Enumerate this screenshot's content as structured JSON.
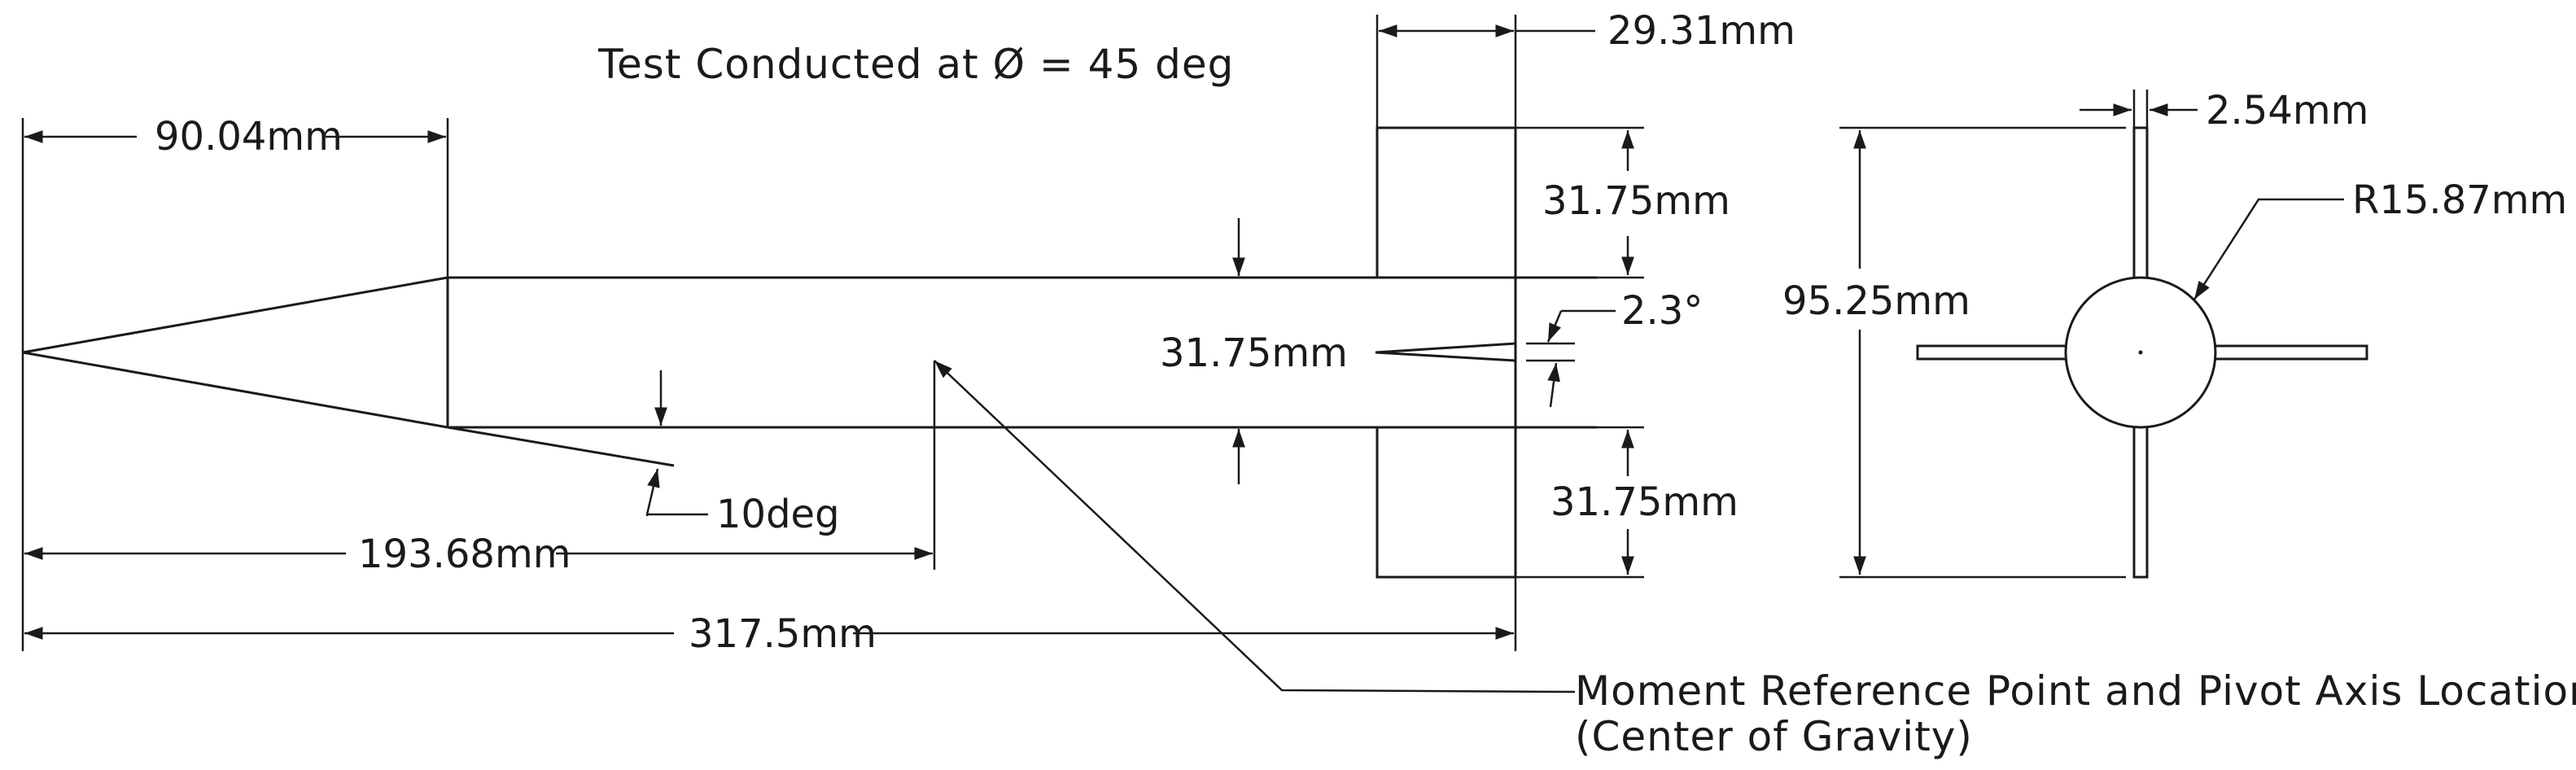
{
  "title": "Test Conducted at Ø = 45 deg",
  "dimensions": {
    "nose_length": "90.04mm",
    "cg_location": "193.68mm",
    "overall_length": "317.5mm",
    "fin_chord": "29.31mm",
    "fin_span_top": "31.75mm",
    "body_diameter": "31.75mm",
    "fin_span_bottom": "31.75mm",
    "boattail_angle": "10deg",
    "fin_wedge_angle": "2.3°",
    "fin_thickness": "2.54mm",
    "body_radius": "R15.87mm",
    "total_span": "95.25mm"
  },
  "annotation": {
    "line1": "Moment Reference Point and Pivot Axis Location",
    "line2": "(Center of Gravity)"
  }
}
